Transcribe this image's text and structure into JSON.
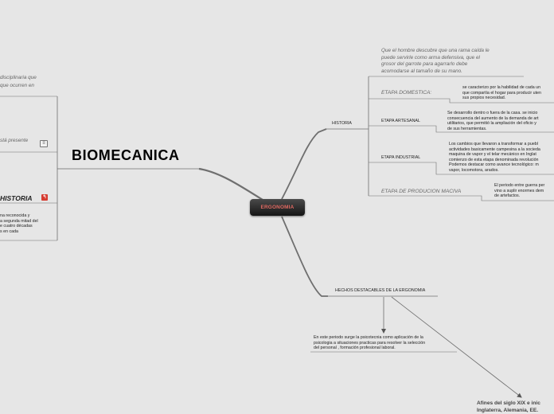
{
  "map": {
    "root_label": "ERGONOMIA",
    "main_title": "BIOMECANICA",
    "left": {
      "top_text": [
        "disciplinaria que",
        "que ocurren en"
      ],
      "note_text": "stá presente",
      "historia_label": "HISTORIA",
      "bottom_text": [
        "na reconocida y",
        "a segunda mitad del",
        "e cuatro décadas",
        "s en cada"
      ]
    },
    "historia": {
      "label": "HISTORIA",
      "intro": [
        "Que el hombre descubre que una rama caída le",
        "puede servirle como arma defensiva, que el",
        "grosor del garrote para agarrarlo debe",
        "acomodarse al tamaño de su mano."
      ],
      "stages": [
        {
          "label": "ETAPA DOMESTICA:",
          "text": [
            "se caracterizo por la habilidad de cada un",
            "que compartía el hogar para producir uten",
            "sus propios necesidad."
          ]
        },
        {
          "label": "ETAPA ARTESANAL",
          "text": [
            "Se desarrollo dentro o fuera de la casa. se inicio",
            "consecuencia del aumento de la demanda de art",
            "utilitarios, que permitió la ampliación del oficio y",
            "de sus herramientas."
          ]
        },
        {
          "label": "ETAPA INDUSTRIAL",
          "text": [
            "Los cambios que llevaron a transformar a puebl",
            "actividades basicamente campesina a la socieda",
            "maquina de vapor y el telar mecánico en Inglat",
            "comienzo de esta etapa denominada revolución",
            "Podemos destacar como avance tecnológico: m",
            "vapor, locomotora, arados."
          ]
        },
        {
          "label": "ETAPA DE PRODUCION MACIVA",
          "text": [
            "El periodo entre guerra per",
            "vino a suplir enormes dem",
            "de artefactos."
          ]
        }
      ]
    },
    "hechos": {
      "label": "HECHOS DESTACABLES DE LA ERGONOMIA",
      "child1": [
        "En este periodo surge la psicotecnia como aplicación de la",
        "psicologia a  situaciones practicas para resolver la selección",
        "del personal , formación profesional laboral."
      ],
      "child2": [
        "Afines del siglo XIX e inic",
        "Inglaterra, Alemania, EE."
      ]
    }
  }
}
